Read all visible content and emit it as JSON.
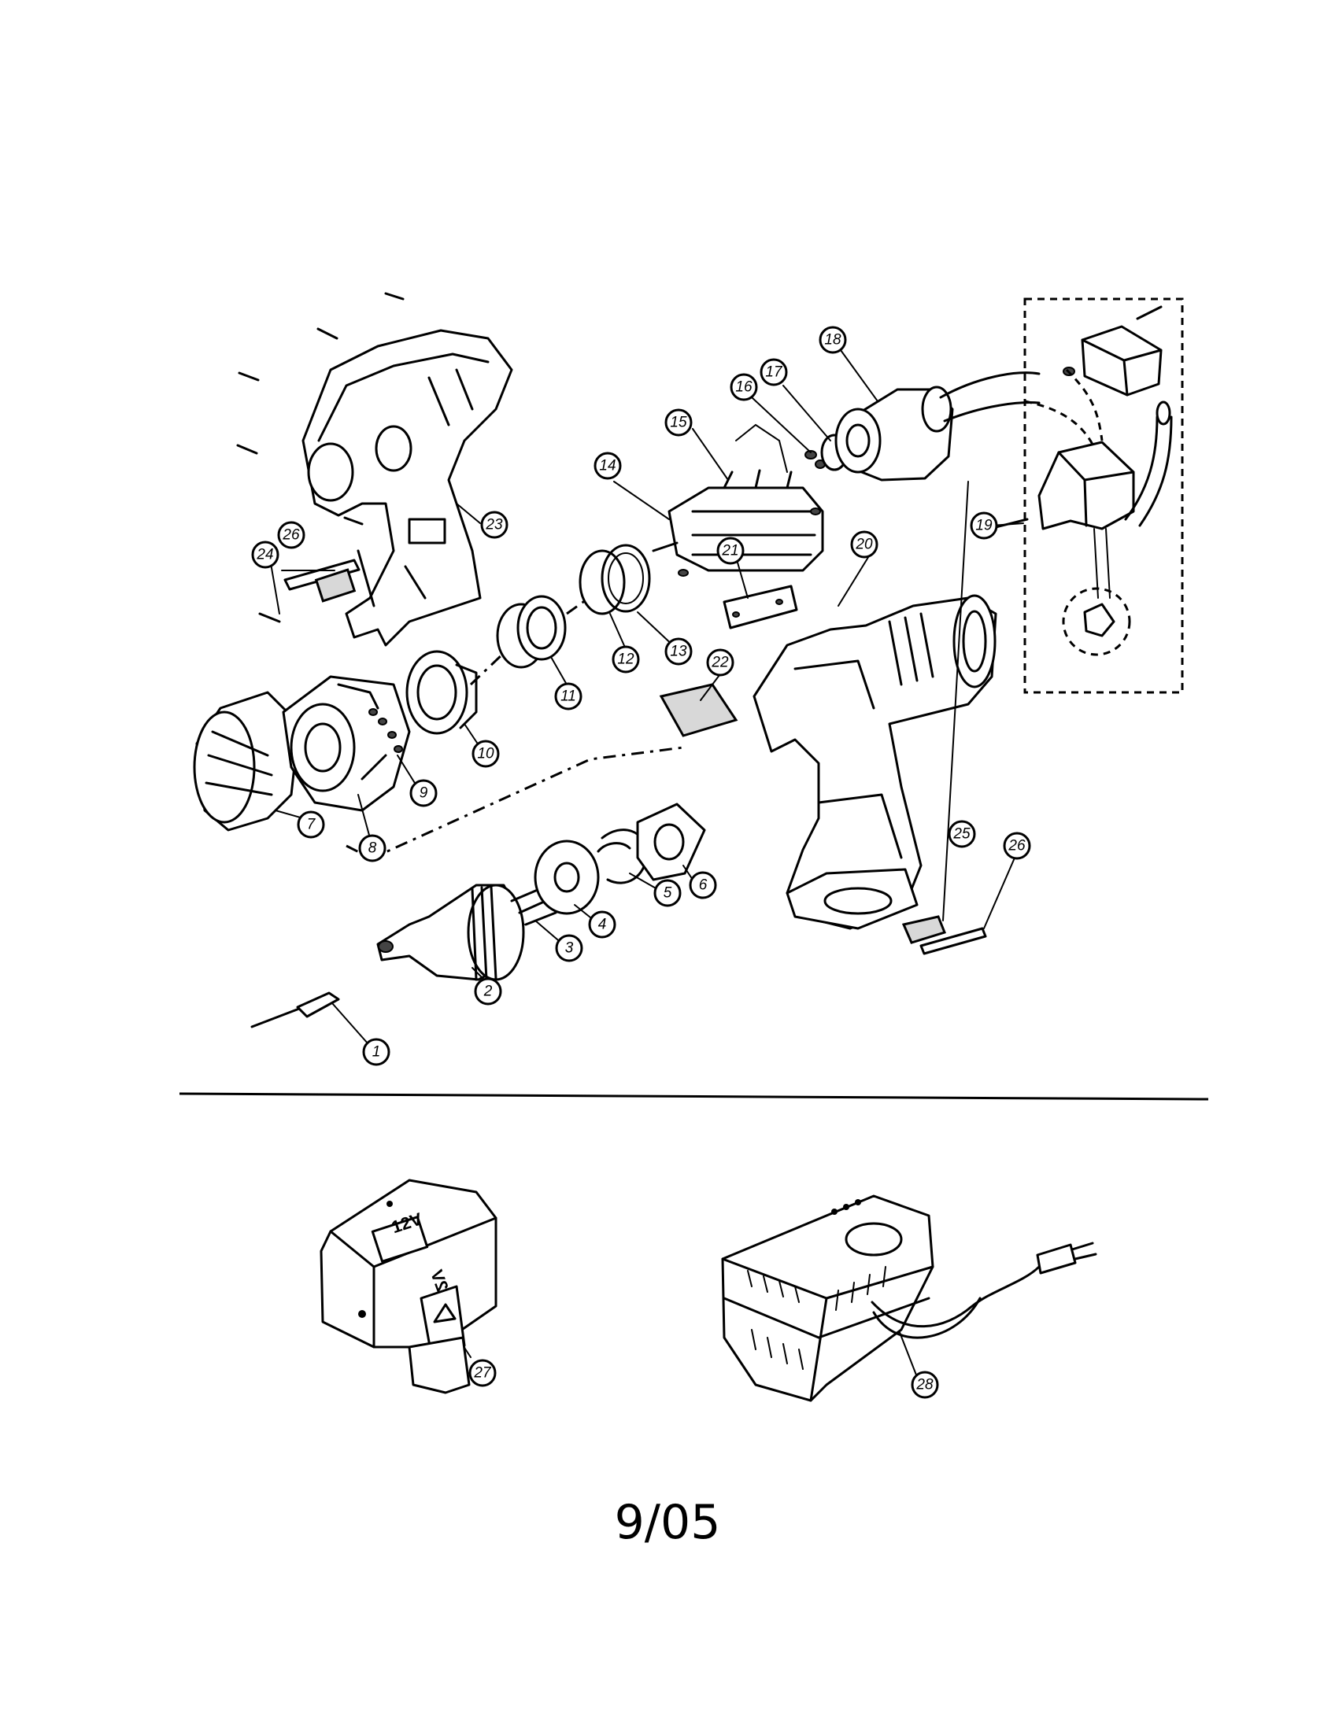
{
  "callouts": [
    {
      "label": "1"
    },
    {
      "label": "2"
    },
    {
      "label": "3"
    },
    {
      "label": "4"
    },
    {
      "label": "5"
    },
    {
      "label": "6"
    },
    {
      "label": "7"
    },
    {
      "label": "8"
    },
    {
      "label": "9"
    },
    {
      "label": "10"
    },
    {
      "label": "11"
    },
    {
      "label": "12"
    },
    {
      "label": "13"
    },
    {
      "label": "14"
    },
    {
      "label": "15"
    },
    {
      "label": "16"
    },
    {
      "label": "17"
    },
    {
      "label": "18"
    },
    {
      "label": "19"
    },
    {
      "label": "20"
    },
    {
      "label": "21"
    },
    {
      "label": "22"
    },
    {
      "label": "23"
    },
    {
      "label": "24"
    },
    {
      "label": "25"
    },
    {
      "label": "26"
    },
    {
      "label": "26"
    },
    {
      "label": "27"
    },
    {
      "label": "28"
    }
  ],
  "battery": {
    "voltage_front": "12V",
    "voltage_top": "12V"
  },
  "footer": {
    "date": "9/05"
  }
}
